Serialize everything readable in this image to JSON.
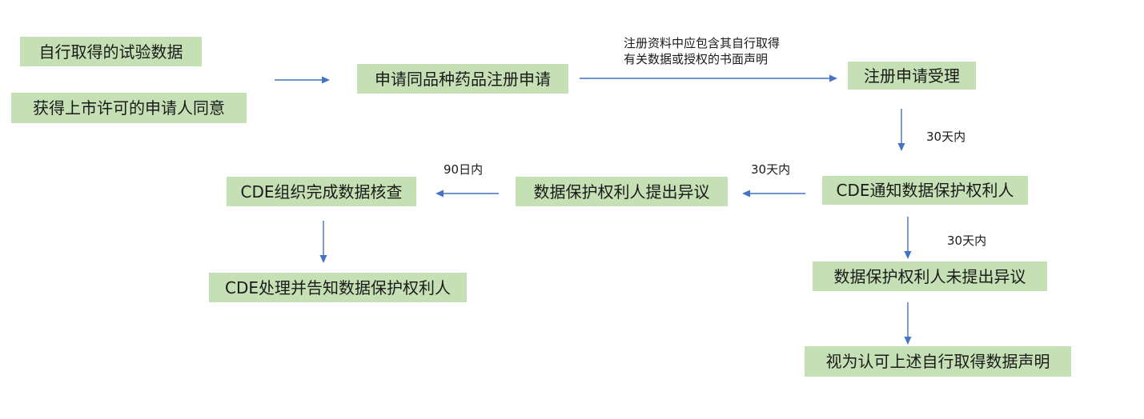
{
  "nodes": {
    "self_data": "自行取得的试验数据",
    "holder_consent": "获得上市许可的申请人同意",
    "apply": "申请同品种药品注册申请",
    "accept": "注册申请受理",
    "cde_notify": "CDE通知数据保护权利人",
    "objection": "数据保护权利人提出异议",
    "cde_verify": "CDE组织完成数据核查",
    "cde_process": "CDE处理并告知数据保护权利人",
    "no_objection": "数据保护权利人未提出异议",
    "recognized": "视为认可上述自行取得数据声明"
  },
  "labels": {
    "statement_line1": "注册资料中应包含其自行取得",
    "statement_line2": "有关数据或授权的书面声明",
    "t_accept_notify": "30天内",
    "t_notify_objection": "30天内",
    "t_objection_verify": "90日内",
    "t_notify_no_objection": "30天内"
  },
  "colors": {
    "box_fill": "#c5e0b4",
    "arrow": "#4472c4"
  }
}
